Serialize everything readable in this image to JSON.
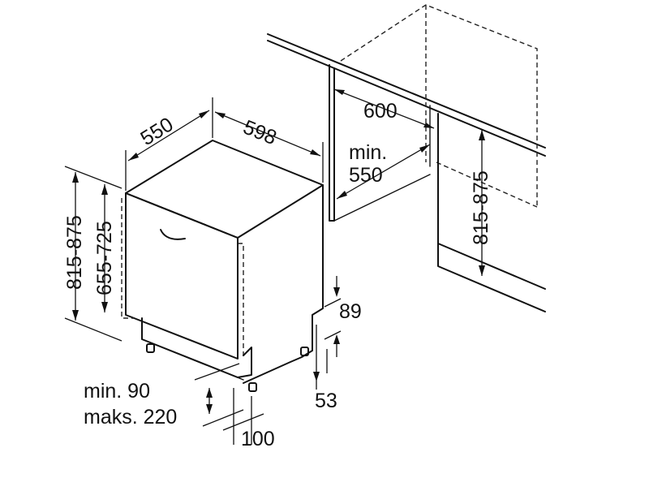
{
  "diagram": {
    "colors": {
      "line": "#111111",
      "background": "#ffffff"
    },
    "labels": {
      "depth": "550",
      "width": "598",
      "niche_width": "600",
      "niche_depth_min": "min.",
      "niche_depth_value": "550",
      "height_total": "815-875",
      "height_appliance": "655-725",
      "niche_height": "815-875",
      "plinth_height": "89",
      "plinth_step": "53",
      "foot_clearance_min": "min. 90",
      "foot_clearance_max": "maks. 220",
      "foot_offset": "100"
    }
  }
}
